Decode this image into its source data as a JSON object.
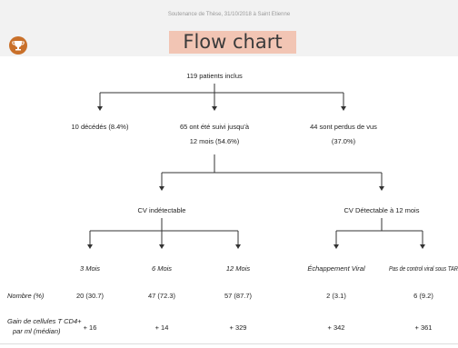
{
  "header": {
    "caption": "Soutenance de Thèse, 31/10/2018 à Saint Etienne",
    "title": "Flow chart",
    "logo_icon": "trophy-icon",
    "title_background": "#f2c5b4"
  },
  "flow": {
    "root": "119 patients inclus",
    "level1": {
      "left": "10 décédés (8.4%)",
      "mid_line1": "65 ont été suivi jusqu'à",
      "mid_line2": "12 mois (54.6%)",
      "right_line1": "44 sont perdus de vus",
      "right_line2": "(37.0%)"
    },
    "level2": {
      "left": "CV indétectable",
      "right": "CV Détectable à 12 mois"
    },
    "columns": [
      "3 Mois",
      "6 Mois",
      "12 Mois",
      "Échappement Viral",
      "Pas de control viral sous TAR"
    ]
  },
  "table": {
    "row1_label": "Nombre (%)",
    "row1_values": [
      "20 (30.7)",
      "47 (72.3)",
      "57 (87.7)",
      "2 (3.1)",
      "6 (9.2)"
    ],
    "row2_label_line1": "Gain de cellules T CD4+",
    "row2_label_line2": "par ml (médian)",
    "row2_values": [
      "+ 16",
      "+ 14",
      "+ 329",
      "+ 342",
      "+ 361"
    ]
  }
}
